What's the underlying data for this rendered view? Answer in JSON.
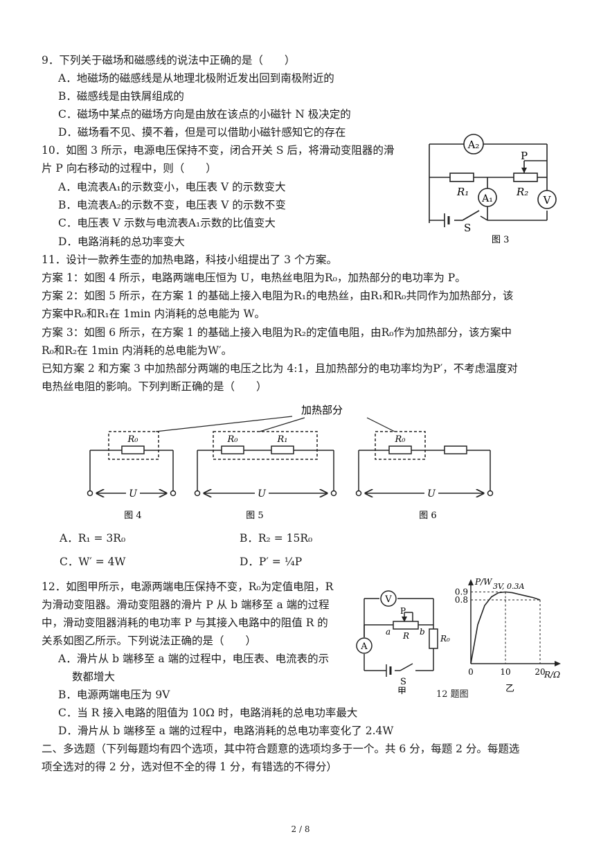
{
  "q9": {
    "stem": "9．下列关于磁场和磁感线的说法中正确的是（　　）",
    "options": [
      "A．地磁场的磁感线是从地理北极附近发出回到南极附近的",
      "B．磁感线是由铁屑组成的",
      "C．磁场中某点的磁场方向是由放在该点的小磁针 N 极决定的",
      "D．磁场看不见、摸不着，但是可以借助小磁针感知它的存在"
    ]
  },
  "q10": {
    "stem1": "10．如图 3 所示，电源电压保持不变，闭合开关 S 后，将滑动变阻器的滑",
    "stem2": "片 P 向右移动的过程中，则（　　）",
    "options": [
      "A．电流表A₁的示数变小，电压表 V 的示数变大",
      "B．电流表A₂的示数不变，电压表 V 的示数不变",
      "C．电压表 V 示数与电流表A₁示数的比值变大",
      "D．电路消耗的总功率变大"
    ],
    "figure": {
      "caption": "图 3",
      "labels": {
        "a2": "A₂",
        "a1": "A₁",
        "v": "V",
        "p": "P",
        "r1": "R₁",
        "r2": "R₂",
        "s": "S"
      }
    }
  },
  "q11": {
    "lines": [
      "11．设计一款养生壶的加热电路，科技小组提出了 3 个方案。",
      "方案 1：如图 4 所示，电路两端电压恒为 U，电热丝电阻为R₀，加热部分的电功率为 P。",
      "方案 2：如图 5 所示，在方案 1 的基础上接入电阻为R₁的电热丝，由R₁和R₀共同作为加热部分，该",
      "方案中R₀和R₁在 1min 内消耗的总电能为 W。",
      "方案 3：如图 6 所示，在方案 1 的基础上接入电阻为R₂的定值电阻，由R₀作为加热部分，该方案中",
      "R₀和R₂在 1min 内消耗的总电能为W′。",
      "已知方案 2 和方案 3 中加热部分两端的电压之比为 4:1，且加热部分的电功率均为P′，不考虑温度对",
      "电热丝电阻的影响。下列判断正确的是（　　）"
    ],
    "figure": {
      "heating_label": "加热部分",
      "captions": [
        "图 4",
        "图 5",
        "图 6"
      ],
      "r0": "R₀",
      "r1": "R₁",
      "u": "U"
    },
    "options": [
      "A．R₁ = 3R₀",
      "B．R₂ = 15R₀",
      "C．W′ = 4W",
      "D．P′ = ¼P"
    ]
  },
  "q12": {
    "lines": [
      "12．如图甲所示，电源两端电压保持不变，R₀为定值电阻，R",
      "为滑动变阻器。滑动变阻器的滑片 P 从 b 端移至 a 端的过程",
      "中，滑动变阻器消耗的电功率 P 与其接入电路中的阻值 R 的",
      "关系如图乙所示。下列说法正确的是（　　）"
    ],
    "options": [
      "A．滑片从 b 端移至 a 端的过程中，电压表、电流表的示",
      "数都增大",
      "B．电源两端电压为 9V",
      "C．当 R 接入电路的阻值为 10Ω 时，电路消耗的总电功率最大",
      "D．滑片从 b 端移至 a 端的过程中，电路消耗的总电功率变化了 2.4W"
    ],
    "figure": {
      "caption": "12 题图",
      "jia": "甲",
      "yi": "乙",
      "circuit_labels": {
        "v": "V",
        "a": "A",
        "p": "P",
        "r": "R",
        "a_end": "a",
        "b_end": "b",
        "r0": "R₀",
        "s": "S"
      },
      "graph": {
        "ylabel": "P/W",
        "xlabel": "R/Ω",
        "annotation": "3V, 0.3A"
      }
    }
  },
  "chart_data": {
    "type": "line",
    "title": "",
    "xlabel": "R/Ω",
    "ylabel": "P/W",
    "xlim": [
      0,
      24
    ],
    "ylim": [
      0,
      1.0
    ],
    "x_ticks": [
      "0",
      "10",
      "20"
    ],
    "y_ticks": [
      "0.8",
      "0.9"
    ],
    "series": [
      {
        "x": [
          0,
          2,
          4,
          6,
          8,
          10,
          12,
          14,
          16,
          18,
          20
        ],
        "y": [
          0,
          0.49,
          0.73,
          0.84,
          0.89,
          0.9,
          0.89,
          0.87,
          0.85,
          0.83,
          0.8
        ]
      }
    ],
    "annotation": "3V, 0.3A"
  },
  "section2": {
    "line1": "二、多选题（下列每题均有四个选项，其中符合题意的选项均多于一个。共 6 分，每题 2 分。每题选",
    "line2": "项全选对的得 2 分，选对但不全的得 1 分，有错选的不得分）"
  },
  "page_number": "2 / 8"
}
